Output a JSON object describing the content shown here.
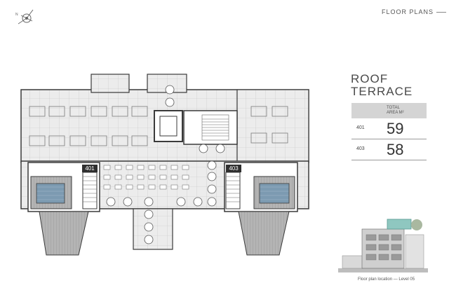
{
  "header": {
    "title": "FLOOR PLANS"
  },
  "icons": {
    "compass": "north-compass-icon"
  },
  "plan": {
    "title_lines": [
      "ROOF",
      "TERRACE"
    ],
    "area_table": {
      "header": [
        "TOTAL",
        "AREA M²"
      ],
      "rows": [
        {
          "unit": "401",
          "area": "59"
        },
        {
          "unit": "403",
          "area": "58"
        }
      ]
    },
    "unit_labels": [
      "401",
      "403"
    ]
  },
  "location": {
    "caption": "Floor plan location — Level 05"
  },
  "colors": {
    "floor_tile": "#e8e8e8",
    "wall": "#3a3a3a",
    "pool": "#6f8fa6",
    "deck": "#a8a8a8",
    "tag": "#2f2f2f"
  }
}
